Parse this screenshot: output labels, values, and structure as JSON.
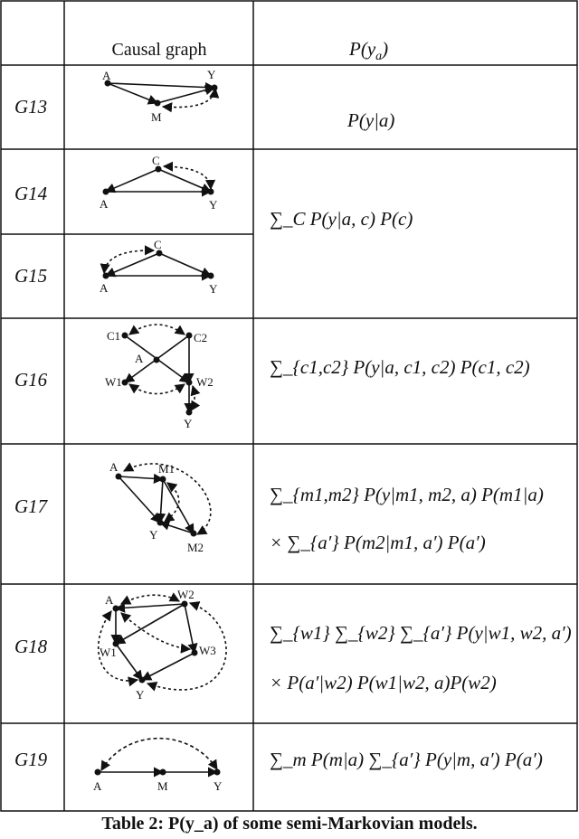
{
  "header": {
    "col_graph": "Causal graph",
    "col_formula": "P(y_a)"
  },
  "rows": [
    {
      "label": "G13",
      "formula": "P(y|a)",
      "nodes": [
        "A",
        "Y",
        "M"
      ]
    },
    {
      "label": "G14",
      "formula": "∑_C P(y|a, c) P(c)",
      "nodes": [
        "C",
        "A",
        "Y"
      ]
    },
    {
      "label": "G15",
      "formula": "∑_C P(y|a, c) P(c)",
      "nodes": [
        "C",
        "A",
        "Y"
      ]
    },
    {
      "label": "G16",
      "formula": "∑_{c1,c2} P(y|a, c1, c2) P(c1, c2)",
      "nodes": [
        "C1",
        "C2",
        "A",
        "W1",
        "W2",
        "Y"
      ]
    },
    {
      "label": "G17",
      "formula_line1": "∑_{m1,m2} P(y|m1, m2, a) P(m1|a)",
      "formula_line2": "× ∑_{a′} P(m2|m1, a′) P(a′)",
      "nodes": [
        "A",
        "M1",
        "Y",
        "M2"
      ]
    },
    {
      "label": "G18",
      "formula_line1": "∑_{w1} ∑_{w2} ∑_{a′} P(y|w1, w2, a′)",
      "formula_line2": "× P(a′|w2) P(w1|w2, a)P(w2)",
      "nodes": [
        "A",
        "W2",
        "W1",
        "W3",
        "Y"
      ]
    },
    {
      "label": "G19",
      "formula": "∑_m P(m|a) ∑_{a′} P(y|m, a′) P(a′)",
      "nodes": [
        "A",
        "M",
        "Y"
      ]
    }
  ],
  "caption": "Table 2: P(y_a) of some semi-Markovian models."
}
